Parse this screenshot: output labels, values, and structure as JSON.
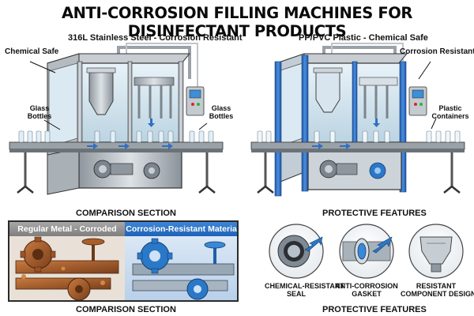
{
  "title": "ANTI-CORROSION FILLING MACHINES FOR DISINFECTANT PRODUCTS",
  "left_machine": {
    "material_label": "316L Stainless Steel - Corrosion Resistant",
    "chemical_label": "Chemical Safe",
    "bottles_left": "Glass Bottles",
    "bottles_right": "Glass Bottles"
  },
  "right_machine": {
    "material_label": "PP/PVC Plastic - Chemical Safe",
    "corrosion_label": "Corrosion Resistant",
    "containers_label": "Plastic Containers"
  },
  "comparison": {
    "heading_top": "COMPARISON SECTION",
    "heading_bottom": "COMPARISON SECTION",
    "regular_label": "Regular Metal - Corroded",
    "resistant_label": "Corrosion-Resistant Material"
  },
  "protective": {
    "heading_top": "PROTECTIVE FEATURES",
    "heading_bottom": "PROTECTIVE FEATURES",
    "items": [
      {
        "label_line1": "CHEMICAL-RESISTANT",
        "label_line2": "SEAL"
      },
      {
        "label_line1": "ANTI-CORROSION",
        "label_line2": "GASKET"
      },
      {
        "label_line1": "RESISTANT",
        "label_line2": "COMPONENT DESIGN"
      }
    ]
  },
  "colors": {
    "steel": "#b9c0c6",
    "frame_blue": "#2f6fc4",
    "rust": "#b5652c",
    "gear_blue": "#2a78c8"
  }
}
